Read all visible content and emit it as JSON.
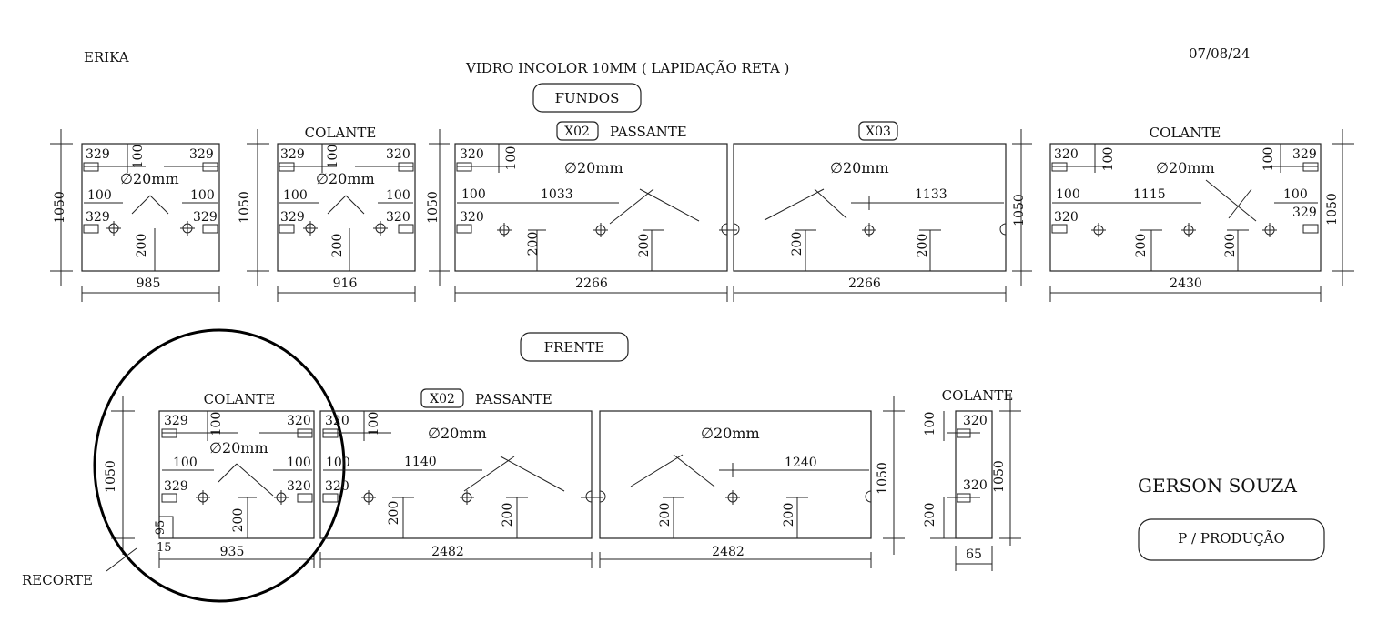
{
  "header": {
    "client": "ERIKA",
    "date": "07/08/24",
    "material": "VIDRO INCOLOR 10MM ( LAPIDAÇÃO RETA )"
  },
  "sections": {
    "fundos": "FUNDOS",
    "frente": "FRENTE"
  },
  "hole": "∅20mm",
  "labels": {
    "colante": "COLANTE",
    "passante": "PASSANTE",
    "x02": "X02",
    "x03": "X03",
    "recorte": "RECORTE"
  },
  "footer": {
    "author": "GERSON SOUZA",
    "status": "P / PRODUÇÃO"
  },
  "fundos_panels": [
    {
      "width": "985",
      "height": "1050",
      "tl": "329",
      "tr": "329",
      "bl": "329",
      "br": "329",
      "side_l": "100",
      "side_r": "100",
      "top_v": "100",
      "bot_v": "200"
    },
    {
      "width": "916",
      "height": "1050",
      "tl": "329",
      "tr": "320",
      "bl": "329",
      "br": "320",
      "side_l": "100",
      "side_r": "100",
      "top_v": "100",
      "bot_v": "200"
    },
    {
      "width": "2266",
      "height": "1050",
      "tl": "320",
      "bl": "320",
      "side_l": "100",
      "run": "1033",
      "top_v": "100",
      "bot_v1": "200",
      "bot_v2": "200"
    },
    {
      "width": "2266",
      "run": "1133",
      "bot_v1": "200",
      "bot_v2": "200"
    },
    {
      "width": "2430",
      "height": "1050",
      "tl": "320",
      "tr": "329",
      "bl": "320",
      "br": "329",
      "side_l": "100",
      "side_r": "100",
      "run": "1115",
      "top_v1": "100",
      "top_v2": "100",
      "bot_v1": "200",
      "bot_v2": "200"
    }
  ],
  "frente_panels": [
    {
      "width": "935",
      "height": "1050",
      "tl": "329",
      "tr": "320",
      "bl": "329",
      "br": "320",
      "side_l": "100",
      "side_r": "100",
      "top_v": "100",
      "bot_v": "200",
      "cut_h": "95",
      "cut_w": "15"
    },
    {
      "width": "2482",
      "tl": "320",
      "bl": "320",
      "side_l": "100",
      "run": "1140",
      "top_v": "100",
      "bot_v1": "200",
      "bot_v2": "200"
    },
    {
      "width": "2482",
      "height": "1050",
      "run": "1240",
      "bot_v1": "200",
      "bot_v2": "200"
    },
    {
      "width": "65",
      "height": "1050",
      "t": "320",
      "b": "320",
      "top_v": "100",
      "bot_v": "200"
    }
  ]
}
